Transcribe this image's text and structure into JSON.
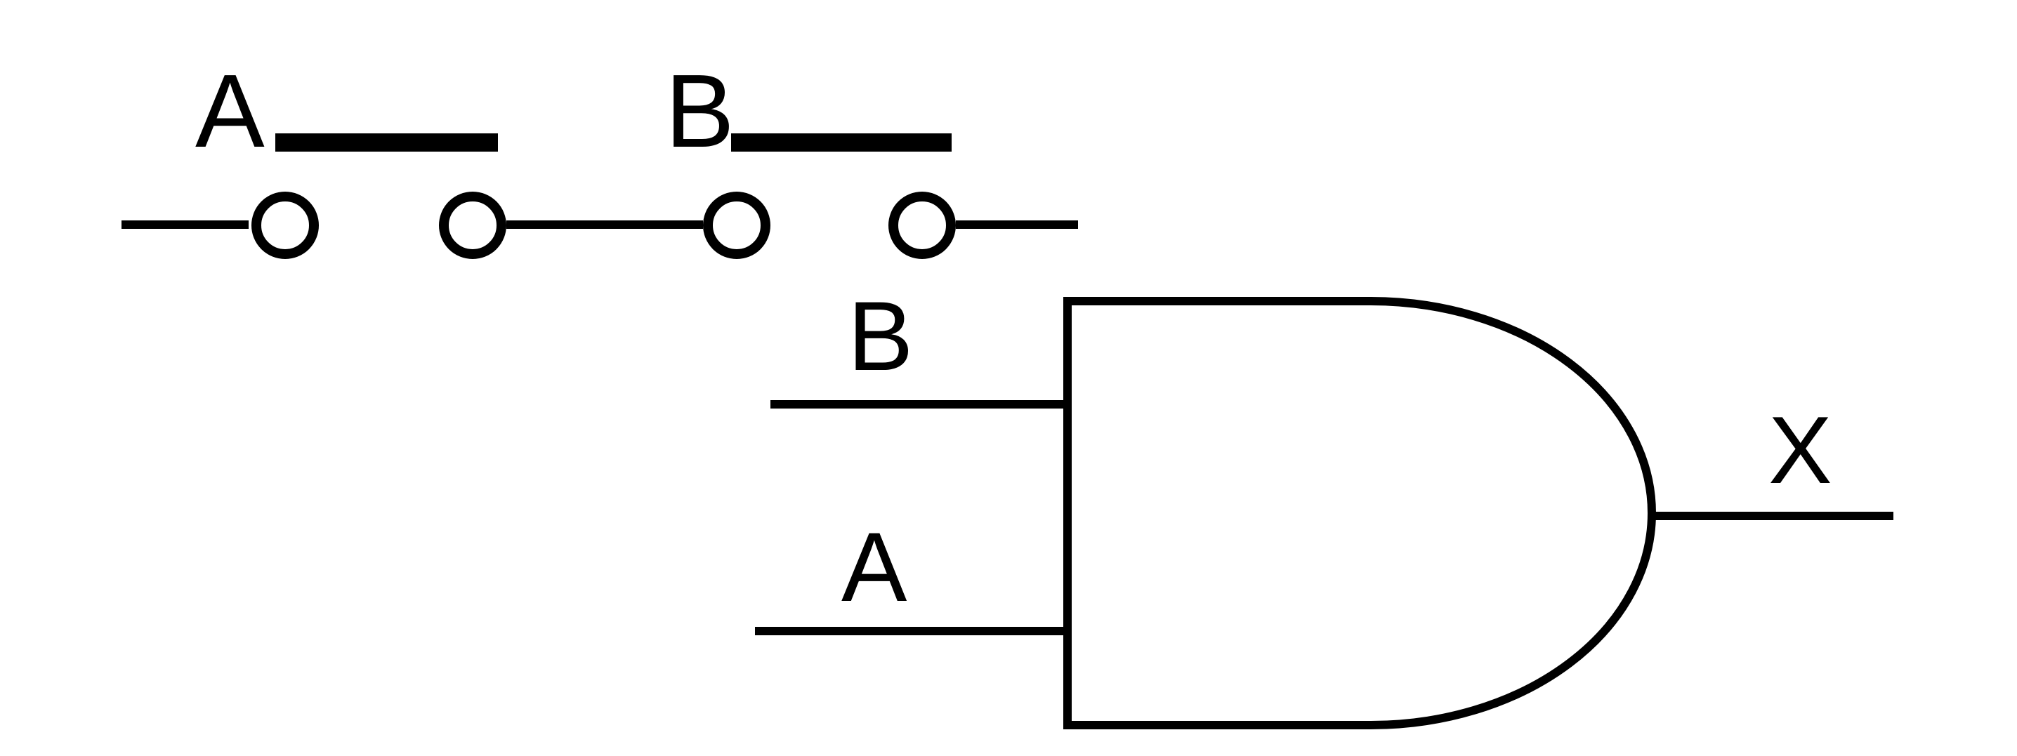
{
  "colors": {
    "background": "#ffffff",
    "ink": "#000000"
  },
  "switch_circuit": {
    "description": "two pushbutton switches in series",
    "switch_a": {
      "label": "A"
    },
    "switch_b": {
      "label": "B"
    }
  },
  "and_gate": {
    "type": "AND",
    "input_top_label": "B",
    "input_bottom_label": "A",
    "output_label": "X"
  }
}
